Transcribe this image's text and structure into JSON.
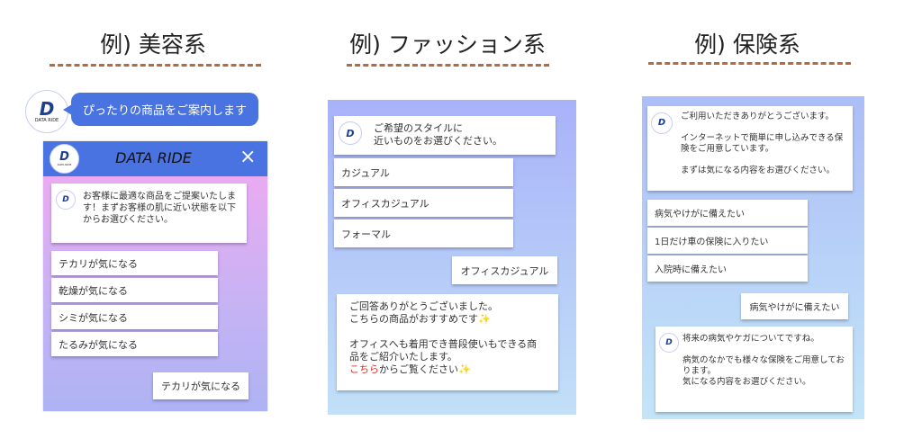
{
  "sections": [
    {
      "title": "例) 美容系"
    },
    {
      "title": "例) ファッション系"
    },
    {
      "title": "例) 保険系"
    }
  ],
  "logo": {
    "mark": "D",
    "text": "DATA RIDE"
  },
  "beauty": {
    "bubble": "ぴったりの商品をご案内します",
    "header_title": "DATA RIDE",
    "close_icon": "×",
    "message": "お客様に最適な商品をご提案いたします！まずお客様の肌に近い状態を以下からお選びください。",
    "options": [
      "テカリが気になる",
      "乾燥が気になる",
      "シミが気になる",
      "たるみが気になる"
    ],
    "reply": "テカリが気になる"
  },
  "fashion": {
    "message": "ご希望のスタイルに\n近いものをお選びください。",
    "options": [
      "カジュアル",
      "オフィスカジュアル",
      "フォーマル"
    ],
    "reply": "オフィスカジュアル",
    "answer_l1": "ご回答ありがとうございました。\nこちらの商品がおすすめです",
    "answer_l2": "\nオフィスへも着用でき普段使いもできる商品をご紹介いたします。",
    "link": "こちら",
    "answer_l3": "からご覧ください",
    "sparkle": "✨"
  },
  "insurance": {
    "message": "ご利用いただきありがとうございます。\n\nインターネットで簡単に申し込みできる保険をご用意しています。\n\nまずは気になる内容をお選びください。",
    "options": [
      "病気やけがに備えたい",
      "1日だけ車の保険に入りたい",
      "入院時に備えたい"
    ],
    "reply": "病気やけがに備えたい",
    "answer": "将来の病気やケガについてですね。\n\n病気のなかでも様々な保険をご用意しております。\n気になる内容をお選びください。"
  },
  "colors": {
    "accent_blue": "#4a73e2",
    "dash": "#b56a45",
    "link_red": "#e0302a"
  }
}
